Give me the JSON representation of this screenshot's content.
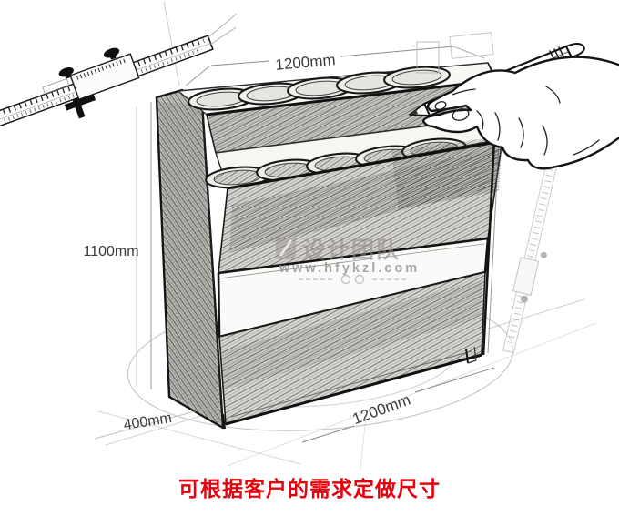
{
  "page": {
    "background": "#ffffff"
  },
  "sketch": {
    "ink_color": "#141414",
    "hatch_color": "#6f6e6a",
    "dimension_color": "#3a3a3a"
  },
  "dimensions": {
    "top_width": "1200mm",
    "height": "1100mm",
    "depth": "400mm",
    "bottom_width": "1200mm"
  },
  "watermark": {
    "brand": "设计团队",
    "url": "www.hfykzl.com"
  },
  "footer": {
    "note": "可根据客户的需求定做尺寸",
    "color": "#e8000d"
  }
}
